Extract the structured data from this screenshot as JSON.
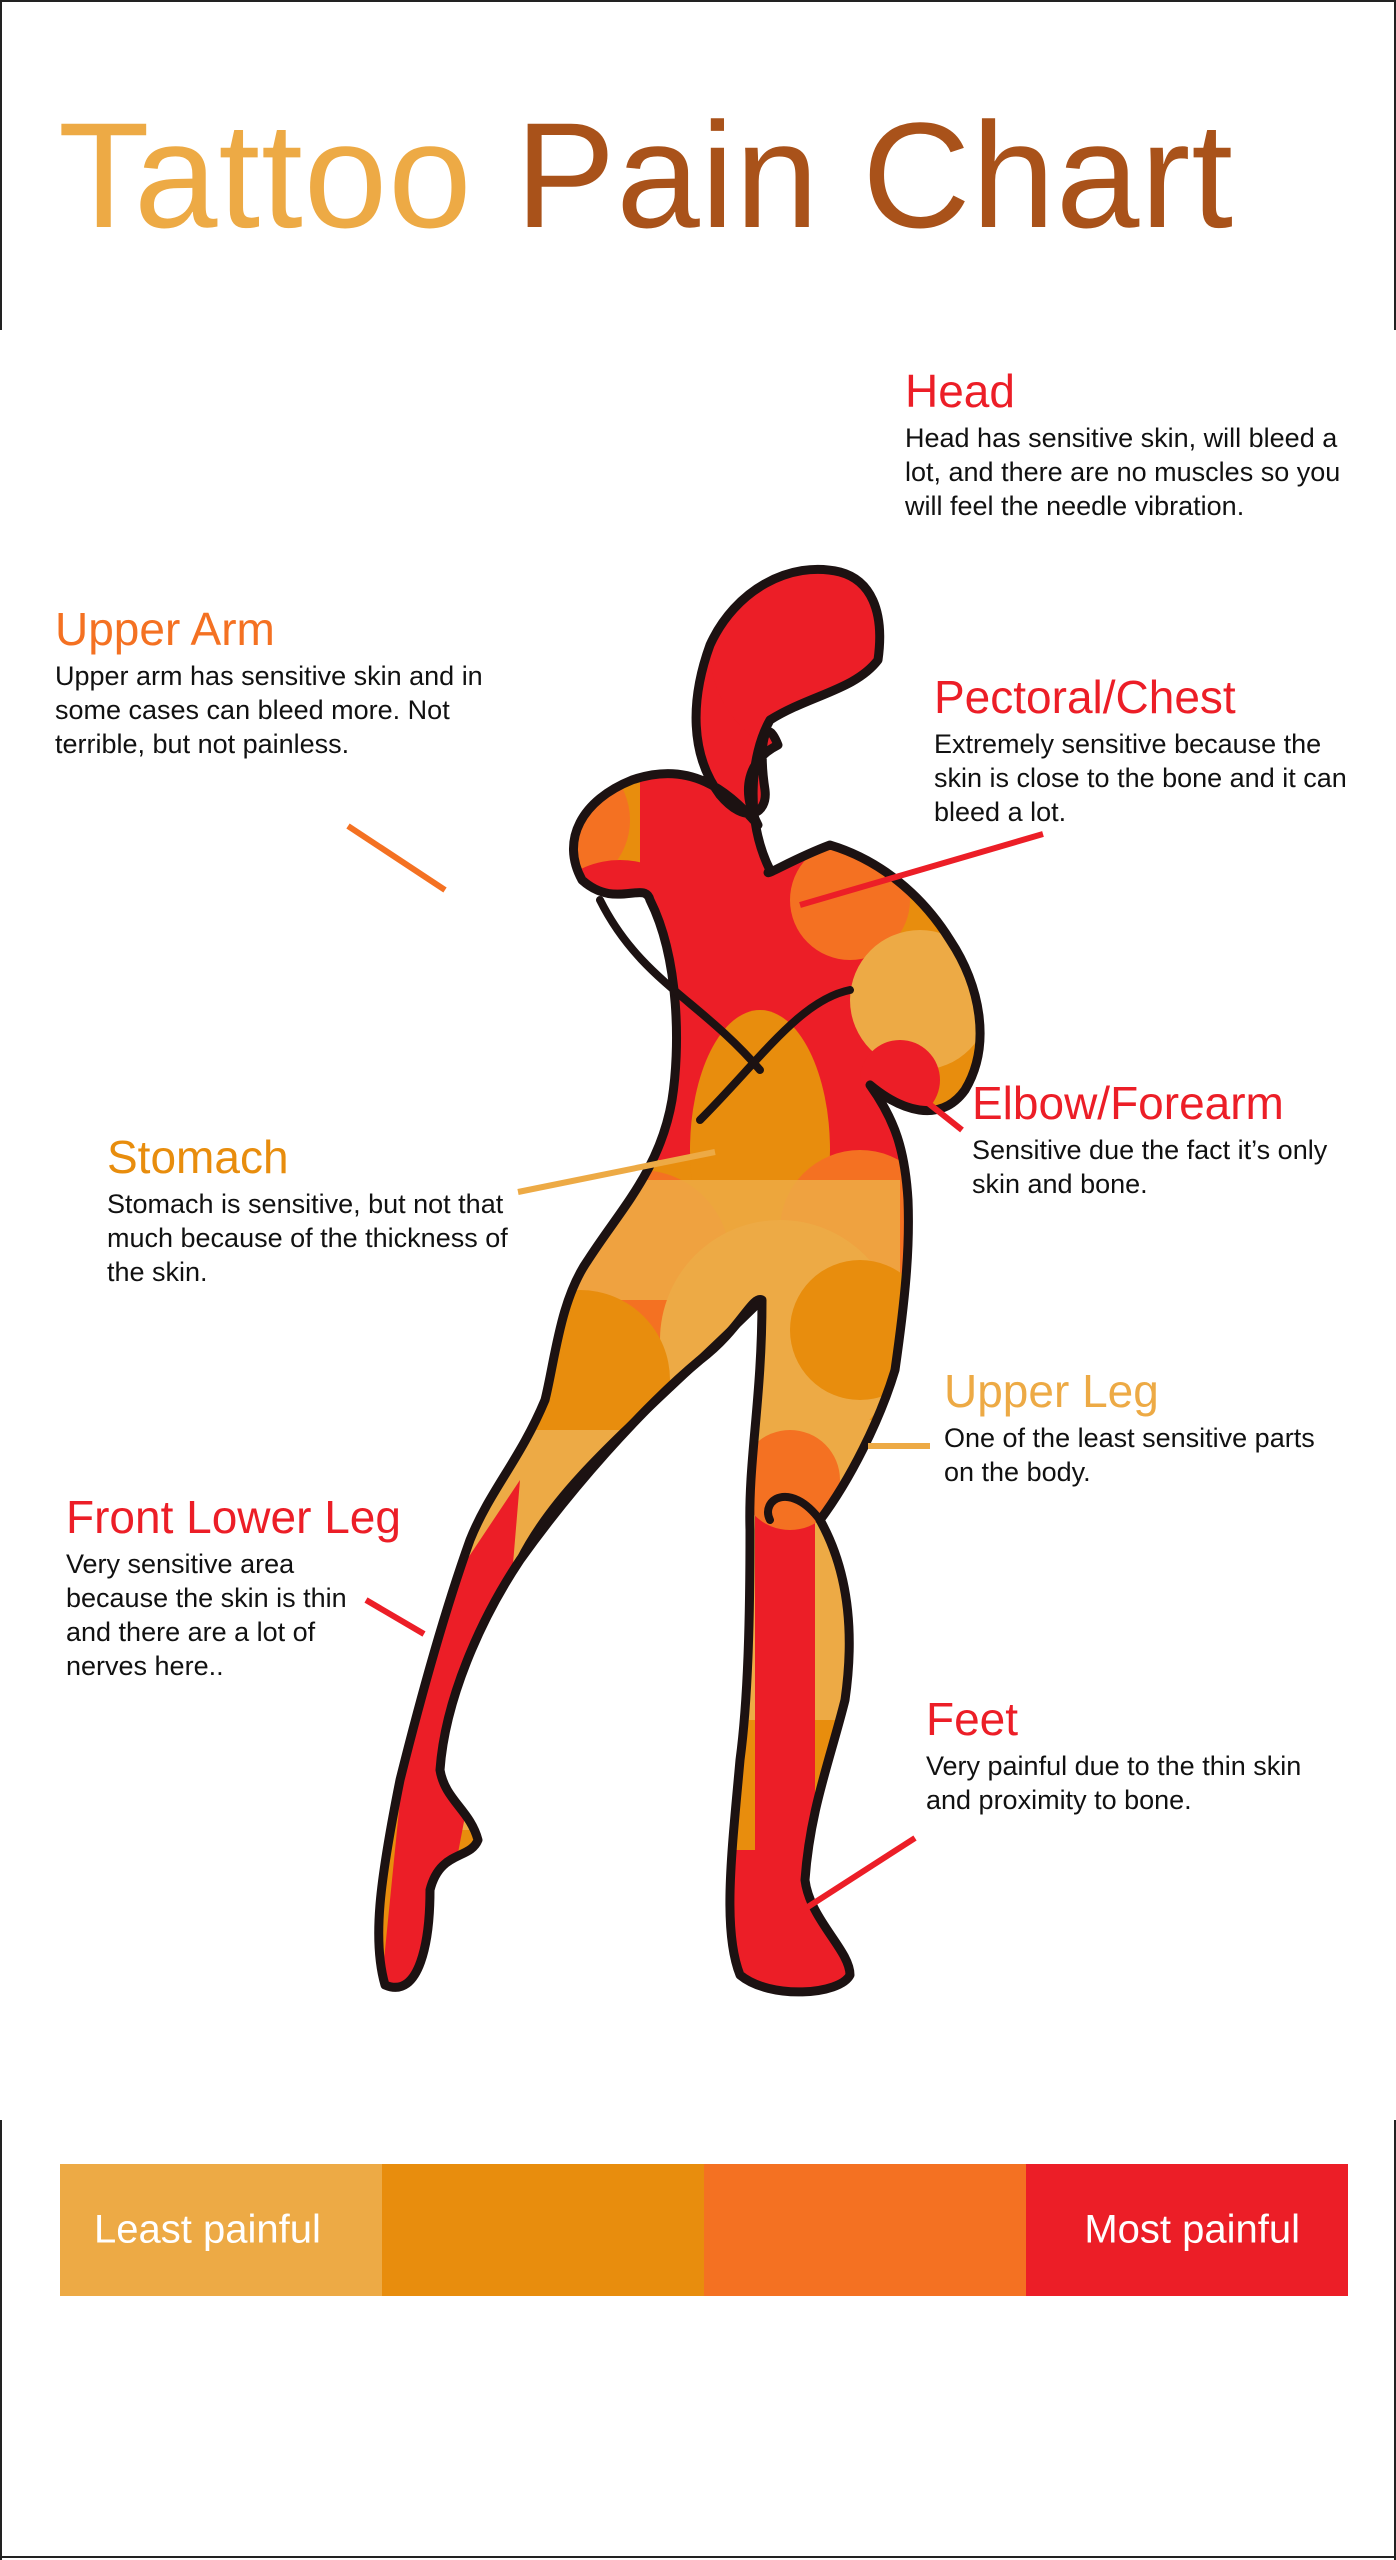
{
  "title": {
    "part1": "Tattoo",
    "part2": "Pain Chart"
  },
  "colors": {
    "least": "#EDAA45",
    "low": "#E88D0D",
    "high": "#F47122",
    "most": "#EC1E27",
    "title_light": "#EDAA45",
    "title_dark": "#A9521A",
    "outline": "#1c1212"
  },
  "labels": {
    "head": {
      "title": "Head",
      "text": "Head has sensitive skin, will bleed a lot, and there are no muscles so you will feel the needle vibration."
    },
    "upper_arm": {
      "title": "Upper Arm",
      "text": "Upper arm has sensitive skin and in some cases can bleed more. Not terrible, but not painless."
    },
    "chest": {
      "title": "Pectoral/Chest",
      "text": "Extremely sensitive because the skin is close to the bone and it can bleed a lot."
    },
    "elbow": {
      "title": "Elbow/Forearm",
      "text": "Sensitive due the fact it’s only skin and bone."
    },
    "stomach": {
      "title": "Stomach",
      "text": "Stomach is sensitive, but not that much because of the thickness of the skin."
    },
    "upper_leg": {
      "title": "Upper Leg",
      "text": "One of the least sensitive parts on the body."
    },
    "lower_leg": {
      "title": "Front Lower Leg",
      "text": "Very sensitive area because the skin is thin and there are a lot of nerves here.."
    },
    "feet": {
      "title": "Feet",
      "text": "Very painful due to the thin skin and proximity to bone."
    }
  },
  "legend": {
    "least_label": "Least painful",
    "most_label": "Most painful"
  }
}
